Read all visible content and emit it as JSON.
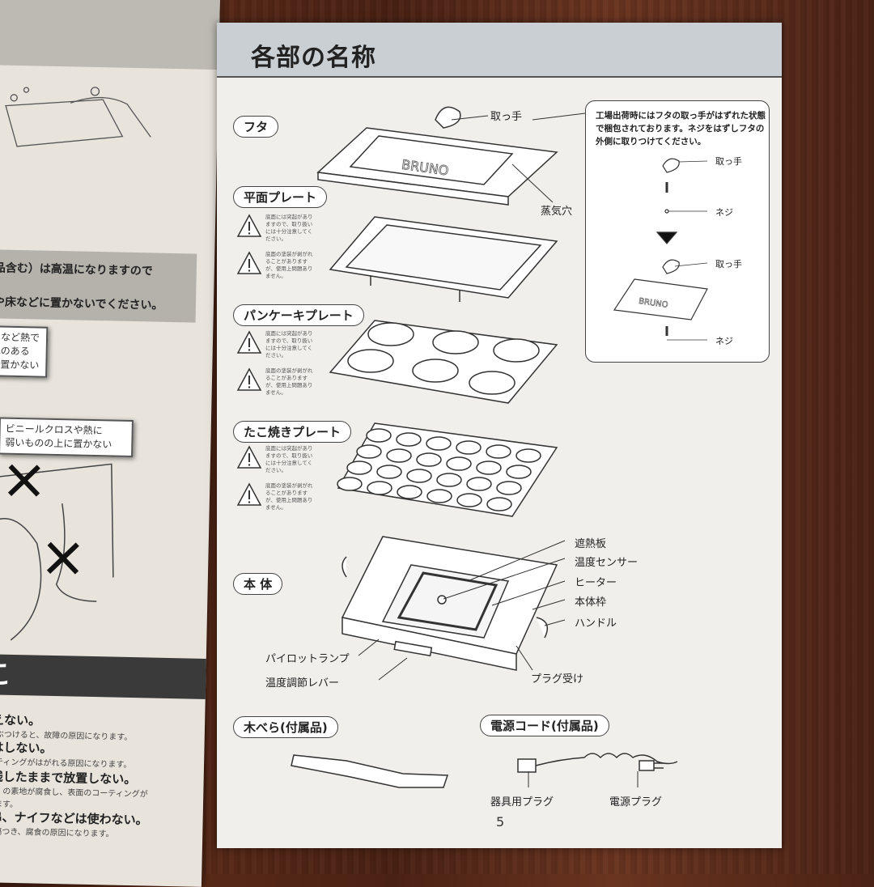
{
  "left_page": {
    "band_line_1": "品含む）は高温になりますので",
    "band_line_2": "や床などに置かないでください。",
    "note_1": [
      "クなど熱で",
      "れのある",
      "に置かない"
    ],
    "note_2": [
      "ビニールクロスや熱に",
      "弱いものの上に置かない"
    ],
    "section_heading": "こ",
    "lines": [
      {
        "text": "与えない。",
        "style": "bold"
      },
      {
        "text": "のにぶつけると、故障の原因になります。",
        "style": "small"
      },
      {
        "text": "きはしない。",
        "style": "bold"
      },
      {
        "text": "コーティングがはがれる原因になります。",
        "style": "small"
      },
      {
        "text": "を残したままで放置しない。",
        "style": "bold"
      },
      {
        "text": "売品）の素地が腐食し、表面のコーティングが",
        "style": "small"
      },
      {
        "text": "あります。",
        "style": "small"
      },
      {
        "text": "や串、ナイフなどは使わない。",
        "style": "bold"
      },
      {
        "text": "グが傷つき、腐食の原因になります。",
        "style": "small"
      }
    ]
  },
  "right_page": {
    "title": "各部の名称",
    "sections": {
      "lid": "フタ",
      "flat_plate": "平面プレート",
      "pancake_plate": "パンケーキプレート",
      "takoyaki_plate": "たこ焼きプレート",
      "body": "本 体",
      "spatula": "木べら(付属品)",
      "cord": "電源コード(付属品)"
    },
    "warnings": [
      "底面には突起がありますので、取り扱いには十分注意してください。",
      "底面の塗装が剥がれることがありますが、使用上問題ありません。"
    ],
    "labels": {
      "handle_knob": "取っ手",
      "steam_hole": "蒸気穴",
      "heat_shield": "遮熱板",
      "temp_sensor": "温度センサー",
      "heater": "ヒーター",
      "body_frame": "本体枠",
      "handle": "ハンドル",
      "pilot_lamp": "パイロットランプ",
      "temp_lever": "温度調節レバー",
      "plug_receptacle": "プラグ受け",
      "appliance_plug": "器具用プラグ",
      "power_plug": "電源プラグ"
    },
    "inset": {
      "note": "工場出荷時にはフタの取っ手がはずれた状態で梱包されております。ネジをはずしフタの外側に取りつけてください。",
      "knob_label_1": "取っ手",
      "screw_label_1": "ネジ",
      "knob_label_2": "取っ手",
      "screw_label_2": "ネジ"
    },
    "brand_logo": "BRUNO",
    "page_number": "5"
  }
}
